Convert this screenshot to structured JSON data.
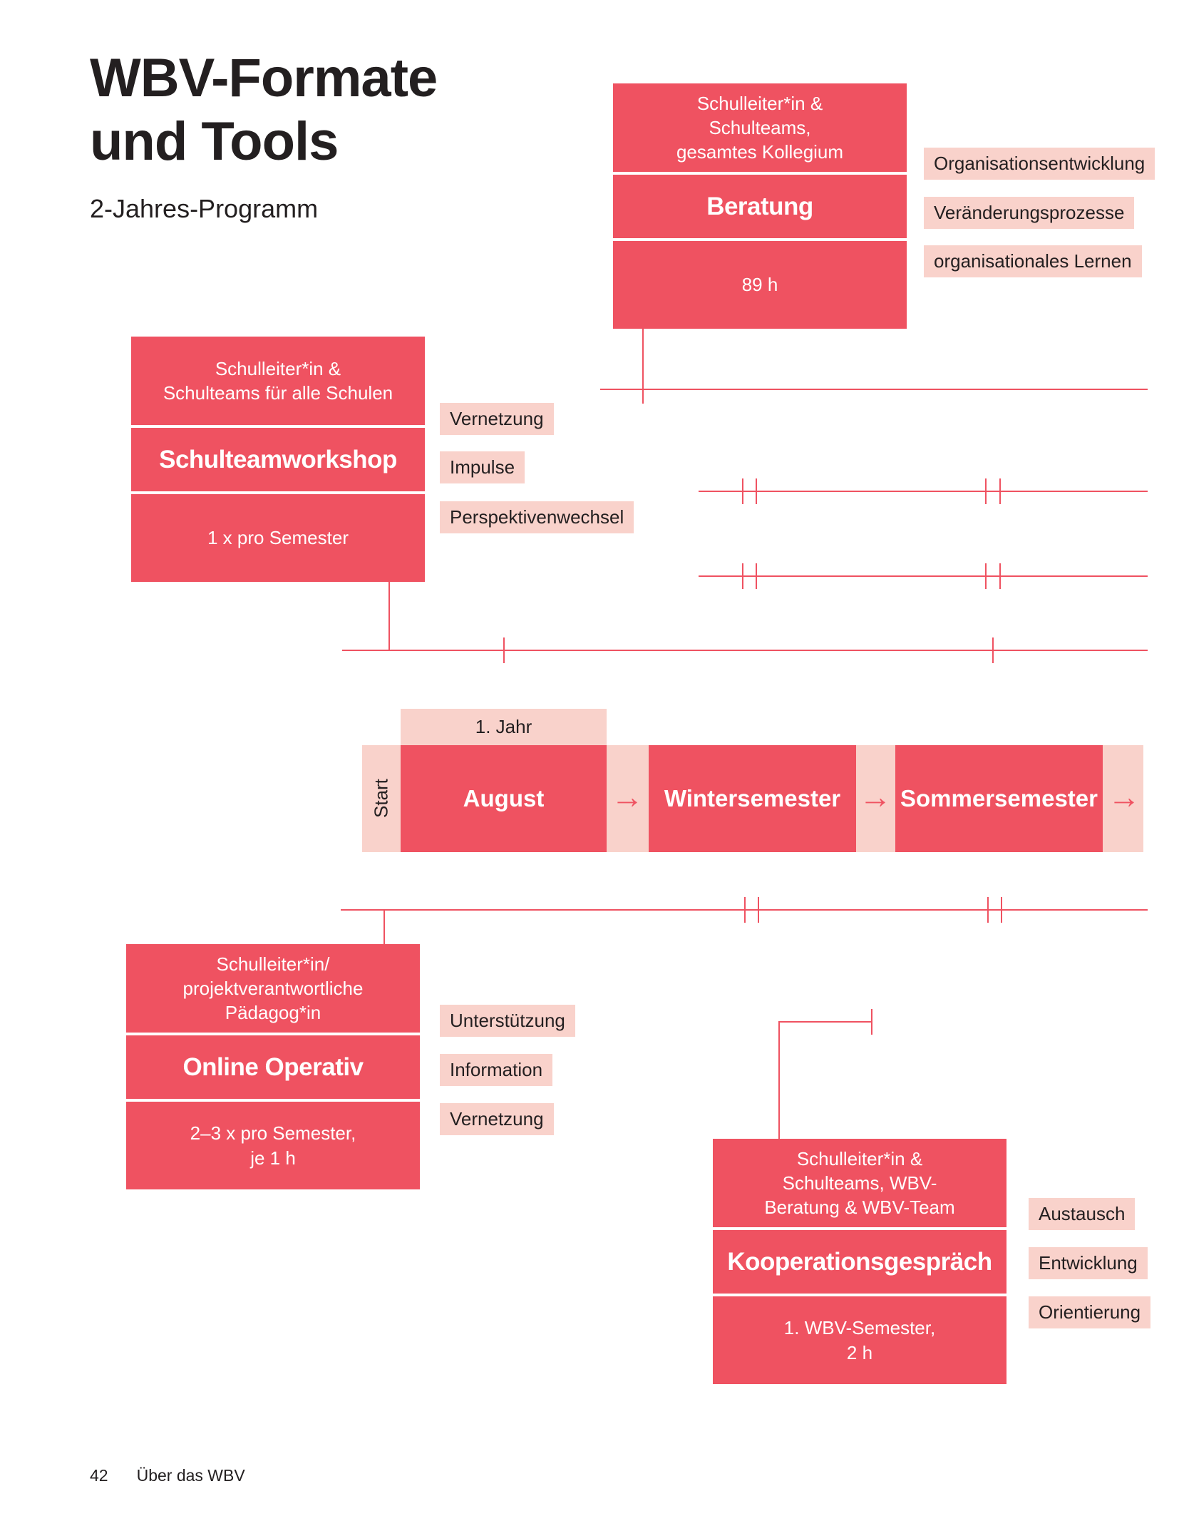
{
  "page": {
    "title": "WBV-Formate\nund Tools",
    "subtitle": "2-Jahres-Programm",
    "footer": {
      "page_number": "42",
      "section": "Über das WBV"
    }
  },
  "colors": {
    "red": "#EF5261",
    "pink": "#F9D2CB",
    "ink": "#231F20"
  },
  "cards": {
    "beratung": {
      "audience": "Schulleiter*in &\nSchulteams,\ngesamtes Kollegium",
      "title": "Beratung",
      "frequency": "89 h",
      "tags": [
        "Organisationsentwicklung",
        "Veränderungsprozesse",
        "organisationales Lernen"
      ]
    },
    "schulteamworkshop": {
      "audience": "Schulleiter*in &\nSchulteams für alle Schulen",
      "title": "Schulteamworkshop",
      "frequency": "1 x pro Semester",
      "tags": [
        "Vernetzung",
        "Impulse",
        "Perspektivenwechsel"
      ]
    },
    "online_operativ": {
      "audience": "Schulleiter*in/\nprojektverantwortliche\nPädagog*in",
      "title": "Online Operativ",
      "frequency": "2–3 x pro Semester,\nje 1 h",
      "tags": [
        "Unterstützung",
        "Information",
        "Vernetzung"
      ]
    },
    "kooperationsgespraech": {
      "audience": "Schulleiter*in &\nSchulteams, WBV-\nBeratung & WBV-Team",
      "title": "Kooperationsgespräch",
      "frequency": "1. WBV-Semester,\n2 h",
      "tags": [
        "Austausch",
        "Entwicklung",
        "Orientierung"
      ]
    }
  },
  "timeline": {
    "year_label": "1. Jahr",
    "start_label": "Start",
    "stages": [
      "August",
      "Wintersemester",
      "Sommersemester"
    ],
    "arrow_glyph": "→"
  }
}
